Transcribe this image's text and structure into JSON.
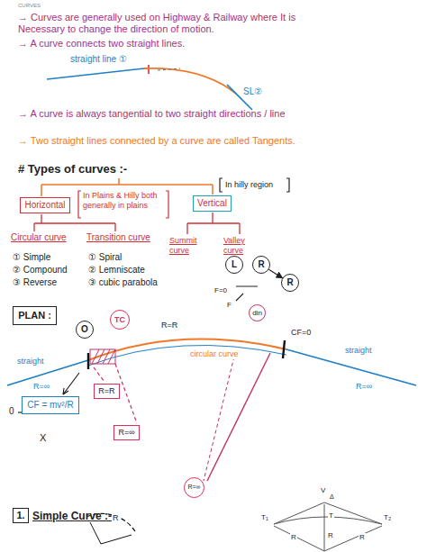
{
  "diagram": {
    "nodes": [
      {
        "text": [
          "Horizontal"
        ]
      },
      {
        "text": [
          "Vertical"
        ]
      },
      {
        "text": [
          "L"
        ]
      },
      {
        "text": [
          "R"
        ]
      },
      {
        "text": [
          "R"
        ]
      },
      {
        "text": [
          "PLAN :"
        ]
      },
      {
        "text": [
          "din"
        ]
      },
      {
        "text": [
          "O"
        ]
      },
      {
        "text": [
          "TC"
        ]
      },
      {
        "text": [
          "CF = mv²/R"
        ]
      },
      {
        "text": [
          "R=R"
        ]
      },
      {
        "text": [
          "R=∞"
        ]
      },
      {
        "text": [
          "R=∞"
        ]
      },
      {
        "text": [
          "1."
        ]
      }
    ],
    "edges": [
      {
        "from": 3,
        "to": 4,
        "arrow": "to"
      }
    ],
    "labels": [
      "CURVES",
      "→ Curves are generally used on Highway & Railway where It is Necessary to change the direction of motion.",
      "→ A curve connects two straight lines.",
      "straight line ①",
      "SL②",
      "→ A curve is always tangential to two straight directions / line",
      "→ Two straight lines connected by a curve are called Tangents.",
      "# Types of curves :-",
      "In Plains & Hilly both generally in plains",
      "In hilly region",
      "Circular curve",
      "Transition curve",
      "Summit curve",
      "Valley curve",
      "① Simple",
      "② Compound",
      "③ Reverse",
      "① Spiral",
      "② Lemniscate",
      "③ cubic parabola",
      "F=0",
      "F",
      "R=R",
      "circular curve",
      "CF=0",
      "straight",
      "R=∞",
      "straight",
      "R=∞",
      "0",
      "X",
      "Simple Curve :-",
      "R",
      "V",
      "Δ",
      "T₁",
      "T",
      "T₂",
      "R",
      "R",
      "R"
    ]
  }
}
